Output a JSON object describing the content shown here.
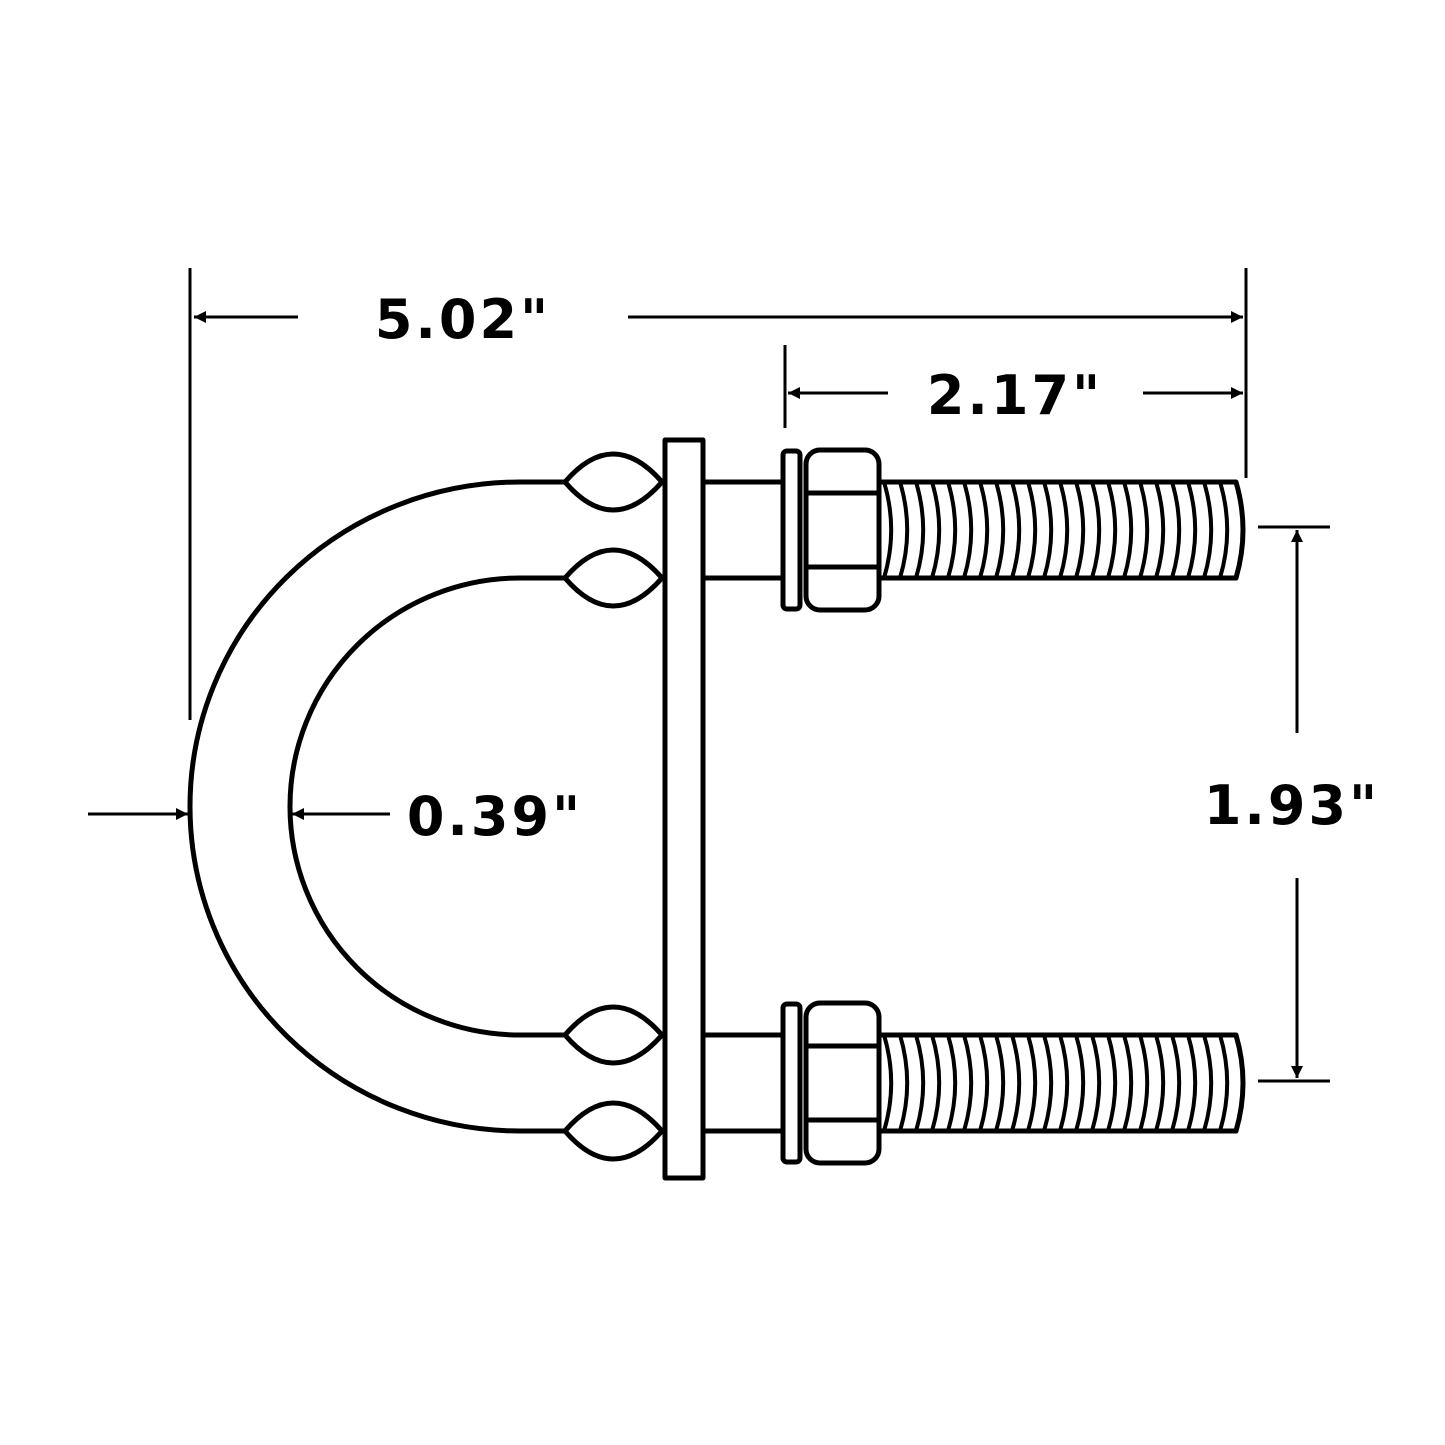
{
  "title": "U-bolt dimension drawing",
  "dimensions": {
    "overall_length": "5.02\"",
    "thread_length": "2.17\"",
    "rod_diameter": "0.39\"",
    "inner_width": "1.93\""
  },
  "colors": {
    "line": "#000000",
    "background": "#ffffff"
  },
  "thread_count": 22
}
